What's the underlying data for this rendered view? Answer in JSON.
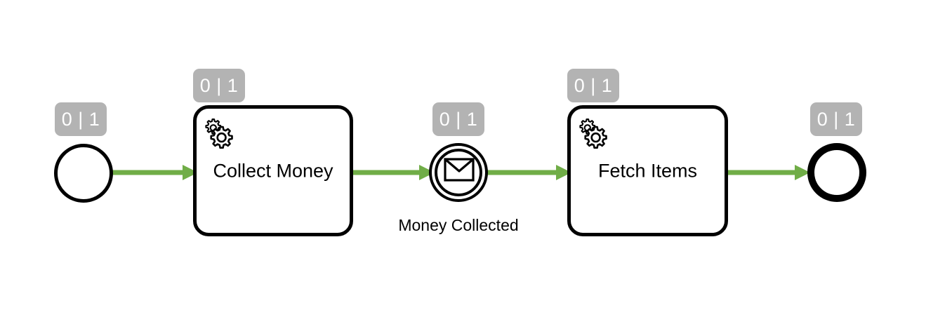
{
  "diagram": {
    "type": "bpmn-process",
    "notation": "BPMN 2.0",
    "background_color": "#ffffff",
    "flow_color": "#70ad47",
    "badge_color": "#b3b3b3",
    "stroke_color": "#000000"
  },
  "badges": {
    "start_event": "0 | 1",
    "collect_money": "0 | 1",
    "money_collected": "0 | 1",
    "fetch_items": "0 | 1",
    "end_event": "0 | 1"
  },
  "nodes": {
    "start_event": {
      "name": "",
      "kind": "start-event",
      "icon": "none"
    },
    "collect_money": {
      "name": "Collect Money",
      "kind": "service-task",
      "icon": "gears-icon"
    },
    "money_collected": {
      "name": "Money Collected",
      "kind": "intermediate-message-catch-event",
      "icon": "envelope-icon"
    },
    "fetch_items": {
      "name": "Fetch Items",
      "kind": "service-task",
      "icon": "gears-icon"
    },
    "end_event": {
      "name": "",
      "kind": "end-event",
      "icon": "none"
    }
  },
  "flows": [
    {
      "id": "flow-1",
      "from": "start_event",
      "to": "collect_money",
      "label": ""
    },
    {
      "id": "flow-2",
      "from": "collect_money",
      "to": "money_collected",
      "label": ""
    },
    {
      "id": "flow-3",
      "from": "money_collected",
      "to": "fetch_items",
      "label": ""
    },
    {
      "id": "flow-4",
      "from": "fetch_items",
      "to": "end_event",
      "label": ""
    }
  ]
}
